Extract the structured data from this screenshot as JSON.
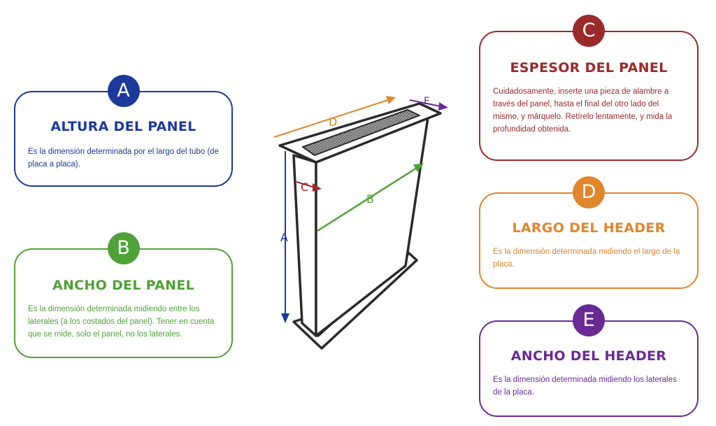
{
  "colors": {
    "a": "#1c3a9a",
    "b": "#4ea237",
    "c": "#9b2a2a",
    "d": "#e0862e",
    "e": "#6a2a96",
    "outline": "#2a2a2a"
  },
  "cards": {
    "a": {
      "letter": "A",
      "title": "ALTURA DEL PANEL",
      "desc": "Es la dimensión determinada por el largo del tubo (de placa a placa)."
    },
    "b": {
      "letter": "B",
      "title": "ANCHO DEL PANEL",
      "desc": "Es la dimensión determinada midiendo entre los laterales (a los costados del panel). Tener en cuenta que se mide, solo el panel, no los laterales."
    },
    "c": {
      "letter": "C",
      "title": "ESPESOR DEL PANEL",
      "desc": "Cuidadosamente, inserte una pieza de alambre a través del panel, hasta el final del otro lado del mismo, y márquelo. Retírelo lentamente, y mida la profundidad obtenida."
    },
    "d": {
      "letter": "D",
      "title": "LARGO DEL HEADER",
      "desc": "Es la dimensión determinada midiendo el largo de la placa."
    },
    "e": {
      "letter": "E",
      "title": "ANCHO DEL HEADER",
      "desc": "Es la dimensión determinada midiendo los laterales de la placa."
    }
  },
  "diagram": {
    "label_a": "A",
    "label_b": "B",
    "label_c": "C",
    "label_d": "D",
    "label_e": "E"
  }
}
